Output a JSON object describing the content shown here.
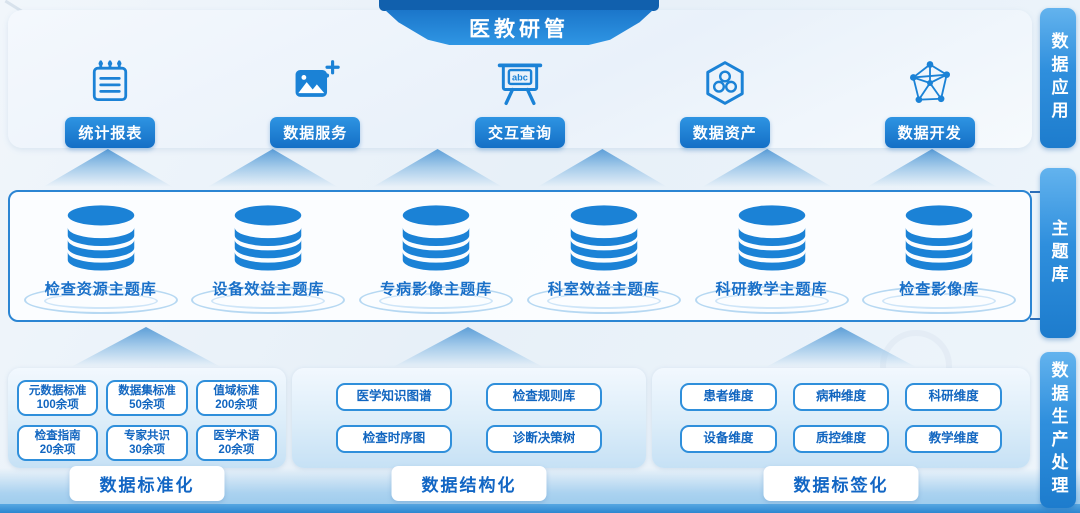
{
  "banner": {
    "title": "医教研管"
  },
  "sidebar": {
    "tabs": [
      {
        "label": "数据应用"
      },
      {
        "label": "主题库"
      },
      {
        "label": "数据生产处理"
      }
    ]
  },
  "app_layer": {
    "items": [
      {
        "label": "统计报表",
        "icon": "report-icon"
      },
      {
        "label": "数据服务",
        "icon": "image-service-icon"
      },
      {
        "label": "交互查询",
        "icon": "query-board-icon",
        "board_text": "abc"
      },
      {
        "label": "数据资产",
        "icon": "hexagon-assets-icon"
      },
      {
        "label": "数据开发",
        "icon": "network-dev-icon"
      }
    ]
  },
  "theme_layer": {
    "databases": [
      {
        "label": "检查资源主题库"
      },
      {
        "label": "设备效益主题库"
      },
      {
        "label": "专病影像主题库"
      },
      {
        "label": "科室效益主题库"
      },
      {
        "label": "科研教学主题库"
      },
      {
        "label": "检查影像库"
      }
    ]
  },
  "production_layer": {
    "sections": [
      {
        "title": "数据标准化",
        "items": [
          {
            "name": "元数据标准",
            "count": "100余项"
          },
          {
            "name": "数据集标准",
            "count": "50余项"
          },
          {
            "name": "值域标准",
            "count": "200余项"
          },
          {
            "name": "检查指南",
            "count": "20余项"
          },
          {
            "name": "专家共识",
            "count": "30余项"
          },
          {
            "name": "医学术语",
            "count": "20余项"
          }
        ]
      },
      {
        "title": "数据结构化",
        "items": [
          {
            "name": "医学知识图谱"
          },
          {
            "name": "检查规则库"
          },
          {
            "name": "检查时序图"
          },
          {
            "name": "诊断决策树"
          }
        ]
      },
      {
        "title": "数据标签化",
        "items": [
          {
            "name": "患者维度"
          },
          {
            "name": "病种维度"
          },
          {
            "name": "科研维度"
          },
          {
            "name": "设备维度"
          },
          {
            "name": "质控维度"
          },
          {
            "name": "教学维度"
          }
        ]
      }
    ]
  },
  "colors": {
    "primary_blue": "#1b82d6",
    "dark_banner_blue": "#1160ad",
    "panel_border_blue": "#2b85d3",
    "chip_text_blue": "#1266c0",
    "bottom_bar_blue": "#2c86d0"
  }
}
